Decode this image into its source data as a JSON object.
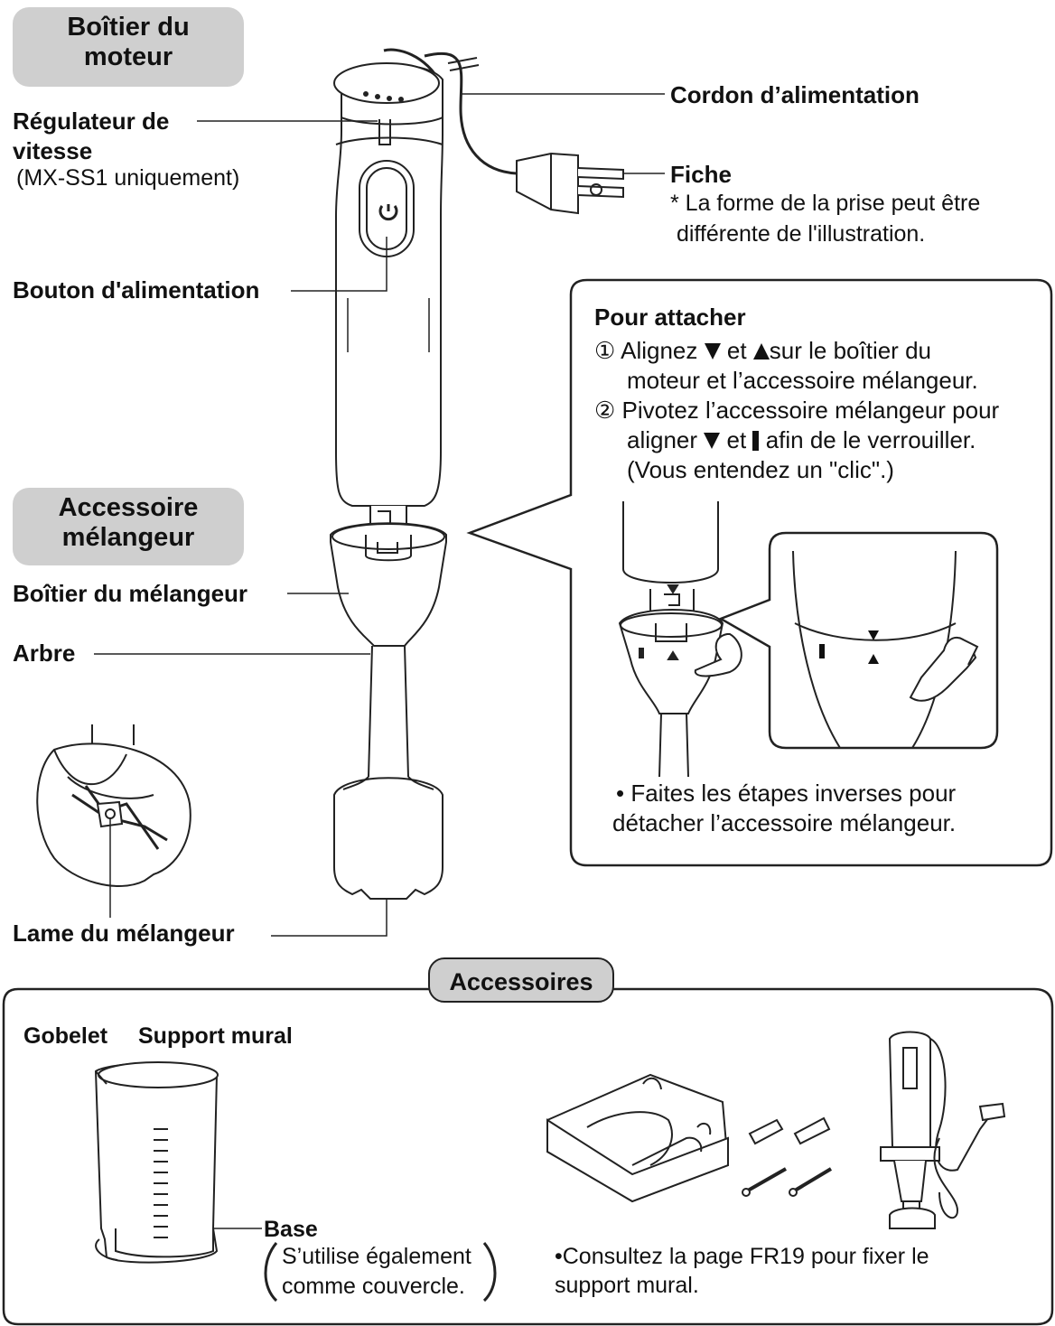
{
  "sections": {
    "motor_housing": "Boîtier du\nmoteur",
    "blender_attachment": "Accessoire\nmélangeur",
    "accessories": "Accessoires"
  },
  "labels": {
    "speed_regulator": "Régulateur de\nvitesse",
    "speed_regulator_note": "(MX-SS1 uniquement)",
    "power_button": "Bouton d'alimentation",
    "power_cord": "Cordon d’alimentation",
    "plug": "Fiche",
    "plug_note": "* La forme de la prise peut être\n différente de l'illustration.",
    "blender_housing": "Boîtier du mélangeur",
    "shaft": "Arbre",
    "blade": "Lame du mélangeur"
  },
  "attach": {
    "title": "Pour attacher",
    "step1_num": "①",
    "step1_a": "Alignez",
    "step1_b": "et",
    "step1_c": "sur le boîtier du",
    "step1_line2": "moteur et l’accessoire mélangeur.",
    "step2_num": "②",
    "step2_line1": "Pivotez l’accessoire mélangeur pour",
    "step2_a": "aligner",
    "step2_b": "et",
    "step2_c": "afin de le verrouiller.",
    "step2_line3": "(Vous entendez un \"clic\".)",
    "reverse_bullet": "•",
    "reverse_line1": "Faites les étapes inverses pour",
    "reverse_line2": "détacher l’accessoire mélangeur."
  },
  "accessories": {
    "beaker": "Gobelet",
    "wall_bracket": "Support mural",
    "base_title": "Base",
    "base_note_line1": "S’utilise également",
    "base_note_line2": "comme couvercle.",
    "wall_note_line1": "•Consultez la page FR19 pour fixer le",
    "wall_note_line2": "support mural."
  },
  "icons": [
    "power-icon",
    "align-triangle-down-icon",
    "align-triangle-up-icon",
    "lock-mark-icon",
    "rotate-arrow-icon"
  ],
  "colors": {
    "pill_gray": "#cfcfcf",
    "line": "#222222",
    "light_fill": "#f4f4f4"
  }
}
